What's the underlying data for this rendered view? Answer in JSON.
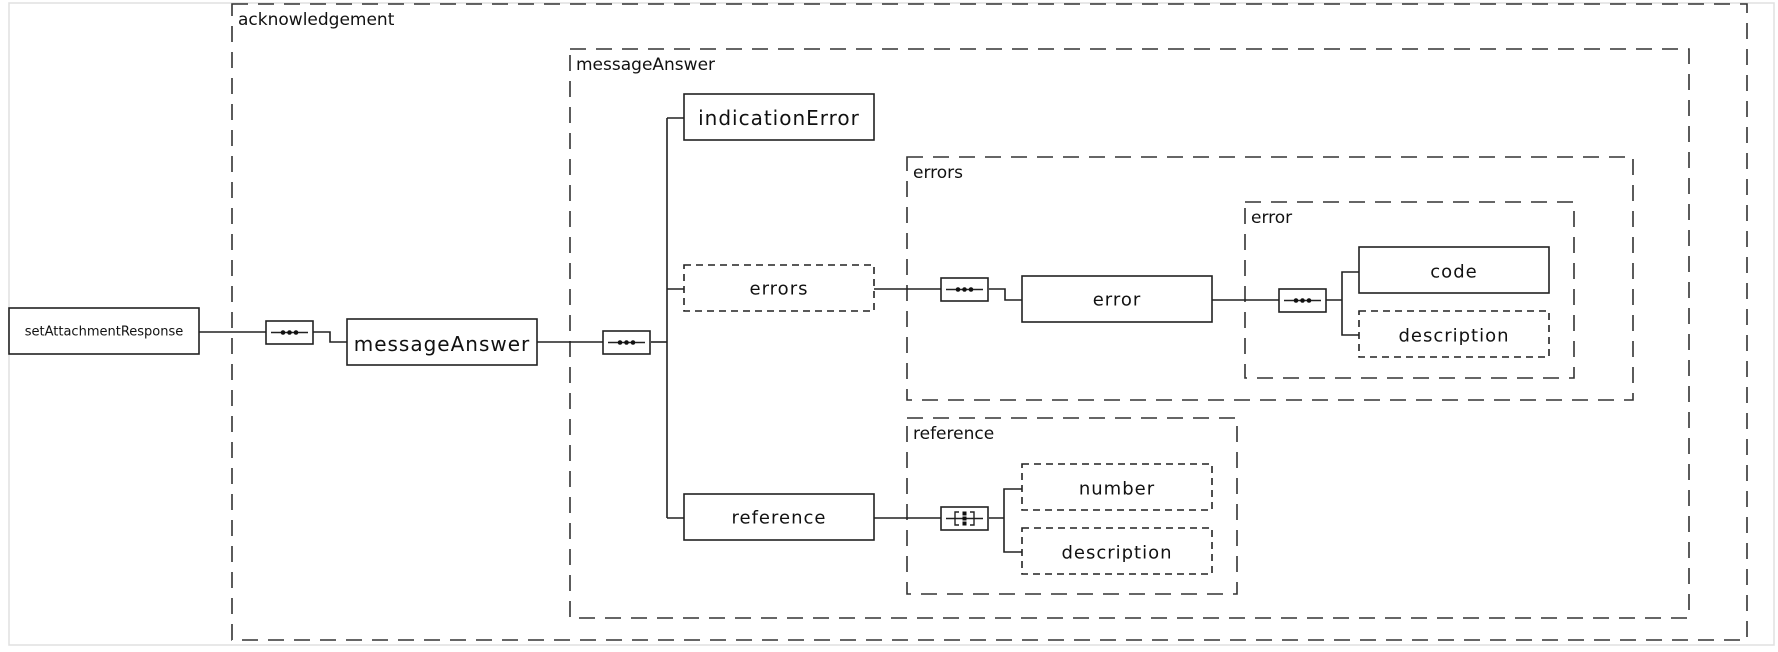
{
  "diagram": {
    "root": {
      "label": "setAttachmentResponse"
    },
    "groups": [
      {
        "id": "acknowledgement",
        "label": "acknowledgement"
      },
      {
        "id": "messageAnswer",
        "label": "messageAnswer"
      },
      {
        "id": "errors",
        "label": "errors"
      },
      {
        "id": "error",
        "label": "error"
      },
      {
        "id": "reference",
        "label": "reference"
      }
    ],
    "nodes": [
      {
        "id": "root",
        "label": "setAttachmentResponse",
        "optional": false
      },
      {
        "id": "messageAnswer",
        "label": "messageAnswer",
        "optional": false
      },
      {
        "id": "indicationError",
        "label": "indicationError",
        "optional": false
      },
      {
        "id": "errors",
        "label": "errors",
        "optional": true
      },
      {
        "id": "error",
        "label": "error",
        "optional": false
      },
      {
        "id": "code",
        "label": "code",
        "optional": false
      },
      {
        "id": "error-description",
        "label": "description",
        "optional": true
      },
      {
        "id": "reference",
        "label": "reference",
        "optional": false
      },
      {
        "id": "number",
        "label": "number",
        "optional": true
      },
      {
        "id": "reference-description",
        "label": "description",
        "optional": true
      }
    ],
    "compositors": [
      {
        "id": "seq-acknowledgement",
        "kind": "sequence"
      },
      {
        "id": "seq-messageAnswer",
        "kind": "sequence"
      },
      {
        "id": "seq-errors",
        "kind": "sequence"
      },
      {
        "id": "seq-error",
        "kind": "sequence"
      },
      {
        "id": "all-reference",
        "kind": "all"
      }
    ],
    "edges": [
      [
        "root",
        "seq-acknowledgement"
      ],
      [
        "seq-acknowledgement",
        "messageAnswer"
      ],
      [
        "messageAnswer",
        "seq-messageAnswer"
      ],
      [
        "seq-messageAnswer",
        "indicationError"
      ],
      [
        "seq-messageAnswer",
        "errors"
      ],
      [
        "seq-messageAnswer",
        "reference"
      ],
      [
        "errors",
        "seq-errors"
      ],
      [
        "seq-errors",
        "error"
      ],
      [
        "error",
        "seq-error"
      ],
      [
        "seq-error",
        "code"
      ],
      [
        "seq-error",
        "error-description"
      ],
      [
        "reference",
        "all-reference"
      ],
      [
        "all-reference",
        "number"
      ],
      [
        "all-reference",
        "reference-description"
      ]
    ]
  }
}
